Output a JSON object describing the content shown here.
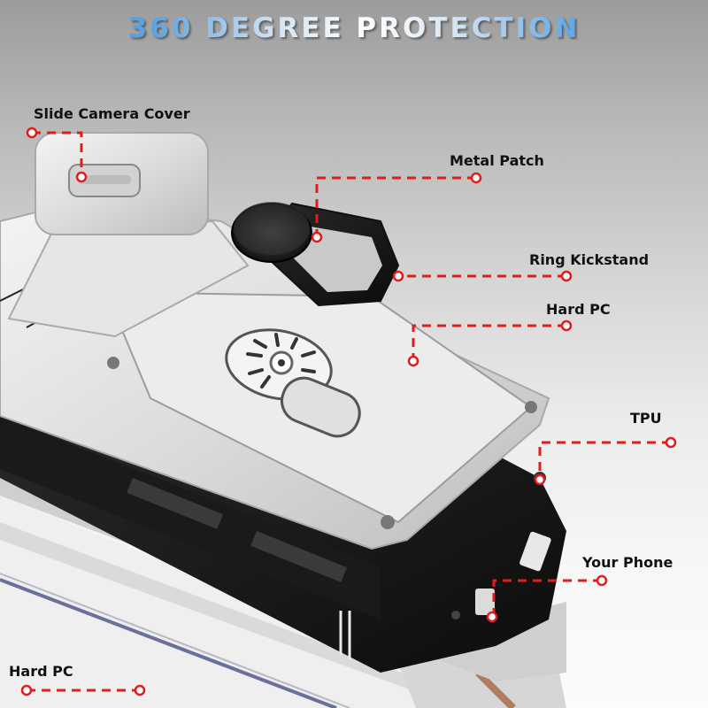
{
  "title": "360 DEGREE PROTECTION",
  "accent_color": "#e21b1b",
  "title_gradient": [
    "#2f86d6",
    "#ffffff",
    "#2b83d5"
  ],
  "callouts": [
    {
      "label": "Slide Camera Cover",
      "part": "camera-slider"
    },
    {
      "label": "Metal Patch",
      "part": "magnetic-metal-disc"
    },
    {
      "label": "Ring Kickstand",
      "part": "ring-holder"
    },
    {
      "label": "Hard PC",
      "part": "silver-armor-plate"
    },
    {
      "label": "TPU",
      "part": "black-inner-bumper"
    },
    {
      "label": "Your Phone",
      "part": "phone-device"
    },
    {
      "label": "Hard PC",
      "part": "clear-back-shell"
    }
  ]
}
